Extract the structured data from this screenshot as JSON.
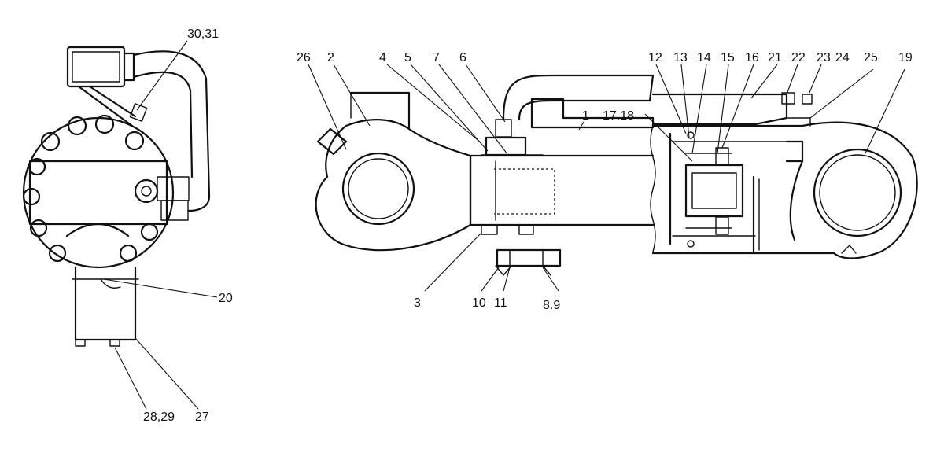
{
  "background_color": "#ffffff",
  "line_color": "#111111",
  "side_view": {
    "callouts": [
      "30,31",
      "20",
      "28,29",
      "27"
    ]
  },
  "main_view": {
    "callouts_top": [
      "26",
      "2",
      "4",
      "5",
      "7",
      "6",
      "12",
      "13",
      "14",
      "15",
      "16",
      "21",
      "22",
      "23",
      "24",
      "25",
      "19"
    ],
    "callouts_inner": [
      "1",
      "17.18"
    ],
    "callouts_bottom": [
      "3",
      "10",
      "11",
      "8.9"
    ]
  }
}
